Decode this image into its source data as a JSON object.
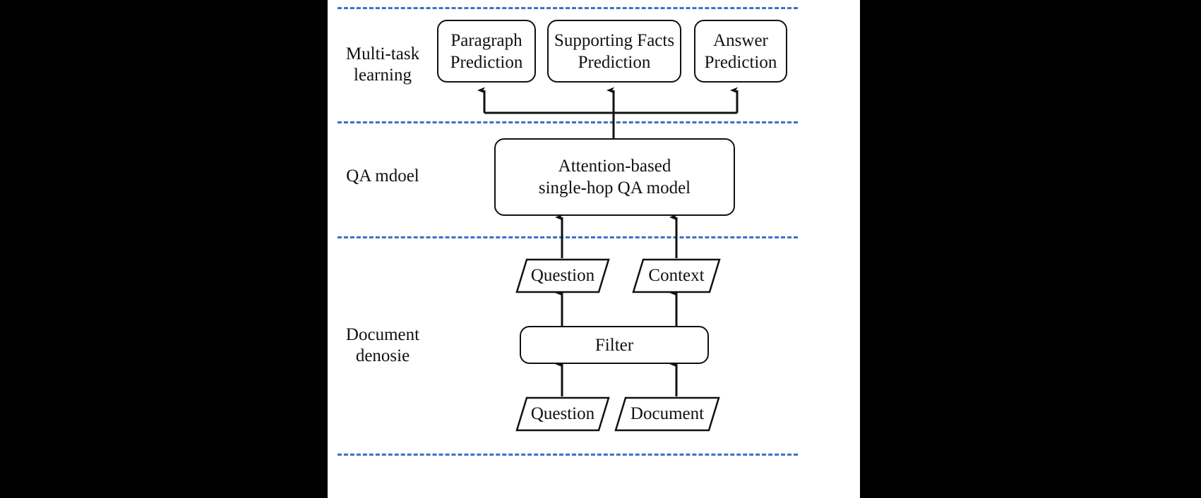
{
  "figure": {
    "background_color": "#000000",
    "canvas_color": "#ffffff",
    "divider_color": "#3f6fc4",
    "stroke_color": "#111111"
  },
  "stages": [
    {
      "id": "multi-task-learning",
      "label": "Multi-task\nlearning"
    },
    {
      "id": "qa-model",
      "label": "QA mdoel"
    },
    {
      "id": "document-denoise",
      "label": "Document\ndenosie"
    }
  ],
  "nodes": {
    "paragraph_prediction": "Paragraph\nPrediction",
    "supporting_facts_prediction": "Supporting Facts\nPrediction",
    "answer_prediction": "Answer\nPrediction",
    "qa_model_box": "Attention-based\nsingle-hop QA model",
    "question_mid": "Question",
    "context_mid": "Context",
    "filter_box": "Filter",
    "question_in": "Question",
    "document_in": "Document"
  }
}
